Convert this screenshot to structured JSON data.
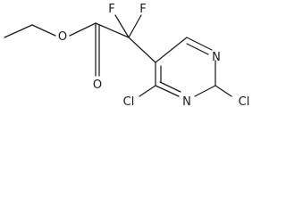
{
  "molecule": {
    "atoms": {
      "fluorine_1": "F",
      "fluorine_2": "F",
      "ester_oxygen": "O",
      "carbonyl_oxygen": "O",
      "ring_nitrogen_1": "N",
      "ring_nitrogen_3": "N",
      "chlorine_2": "Cl",
      "chlorine_4": "Cl"
    }
  }
}
